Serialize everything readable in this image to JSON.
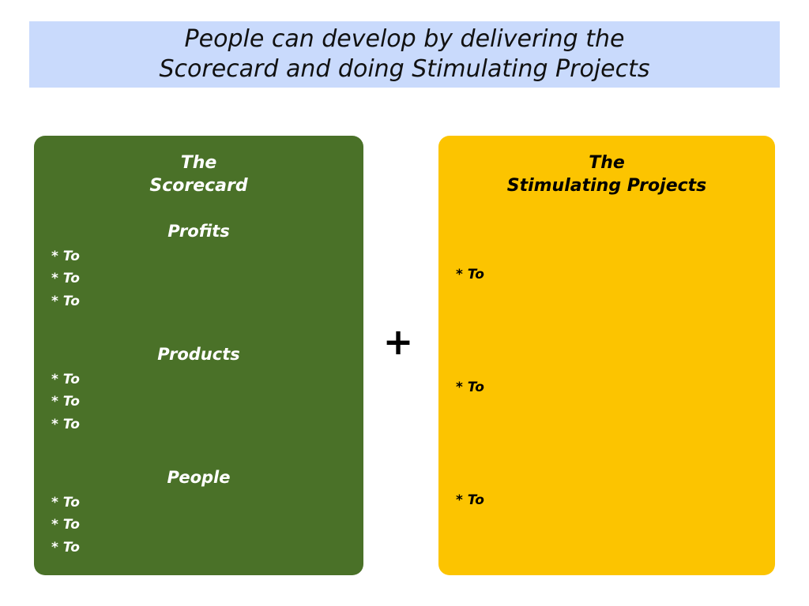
{
  "title": {
    "line1": "People can develop by delivering the",
    "line2": "Scorecard and doing Stimulating Projects"
  },
  "scorecard": {
    "heading_line1": "The",
    "heading_line2": "Scorecard",
    "sections": [
      {
        "heading": "Profits",
        "items": [
          "* To",
          "* To",
          "* To"
        ]
      },
      {
        "heading": "Products",
        "items": [
          "* To",
          "* To",
          "* To"
        ]
      },
      {
        "heading": "People",
        "items": [
          "* To",
          "* To",
          "* To"
        ]
      }
    ]
  },
  "connector": "+",
  "projects": {
    "heading_line1": "The",
    "heading_line2": "Stimulating Projects",
    "items": [
      "* To",
      "* To",
      "* To"
    ]
  },
  "colors": {
    "banner": "#c9dafc",
    "scorecard_panel": "#4a7128",
    "projects_panel": "#fcc400"
  }
}
